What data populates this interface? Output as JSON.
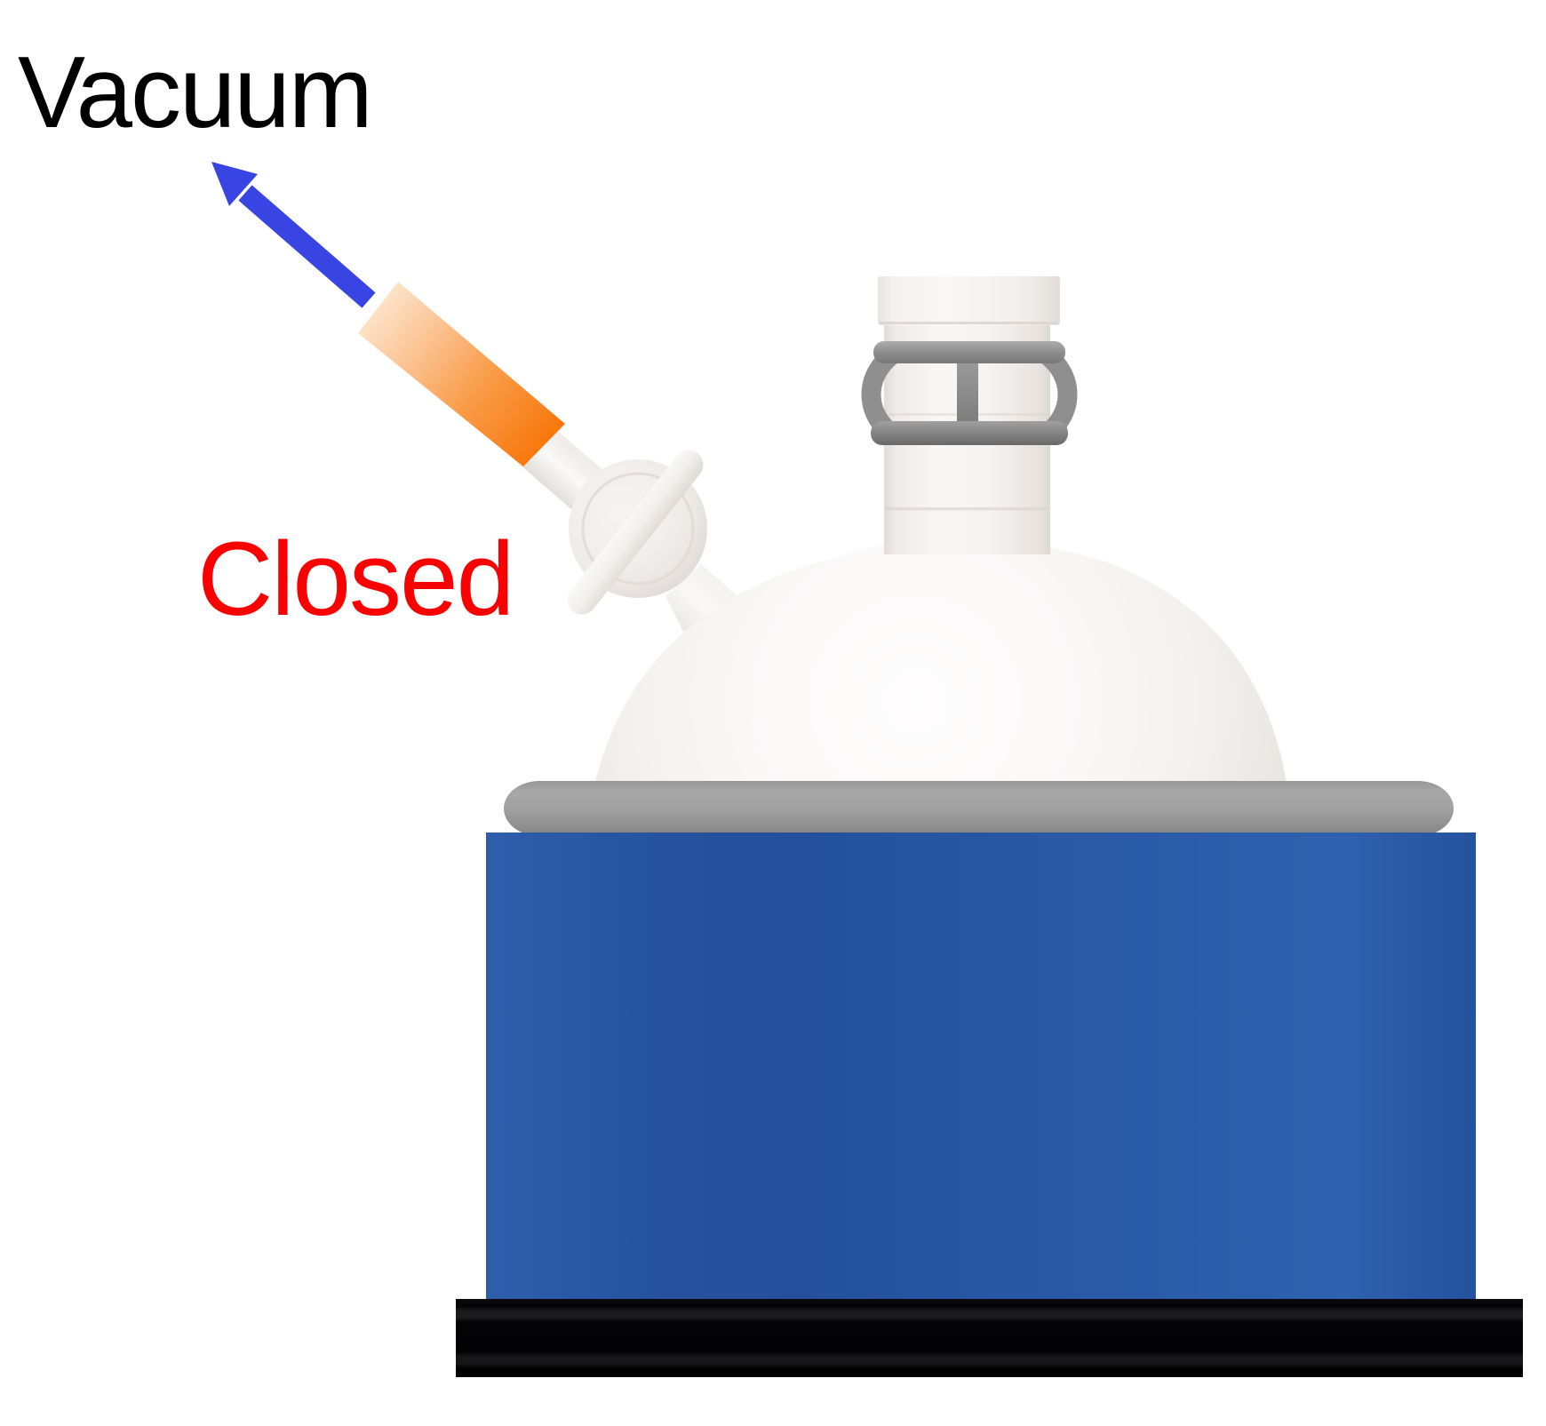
{
  "diagram": {
    "type": "lab-apparatus-illustration",
    "labels": {
      "vacuum": "Vacuum",
      "valve_state": "Closed"
    },
    "colors": {
      "label_black": "#000000",
      "label_red": "#fa0000",
      "arrow_blue": "#3945e2",
      "adapter_orange": "#f8780d",
      "bath_blue": "#2b5aa7",
      "rim_gray": "#9c9c9c",
      "clip_gray": "#8d8d8d",
      "glass_white": "#f4f2f0",
      "base_black": "#050507"
    },
    "components": [
      {
        "name": "vacuum-arrow",
        "role": "arrow pointing up-left toward vacuum"
      },
      {
        "name": "vacuum-hose-adapter",
        "role": "orange hose adapter"
      },
      {
        "name": "stopcock-valve",
        "role": "sidearm glass stopcock",
        "state": "Closed"
      },
      {
        "name": "stopcock-handle",
        "role": "handle turned perpendicular (closed)"
      },
      {
        "name": "schlenk-flask",
        "role": "round-bottom flask with sidearm"
      },
      {
        "name": "flask-stopper",
        "role": "ground-glass stopper"
      },
      {
        "name": "keck-clip",
        "role": "gray joint clip on neck"
      },
      {
        "name": "cooling-bath",
        "role": "blue bath with gray rim"
      },
      {
        "name": "base-plate",
        "role": "black base plate"
      }
    ]
  }
}
